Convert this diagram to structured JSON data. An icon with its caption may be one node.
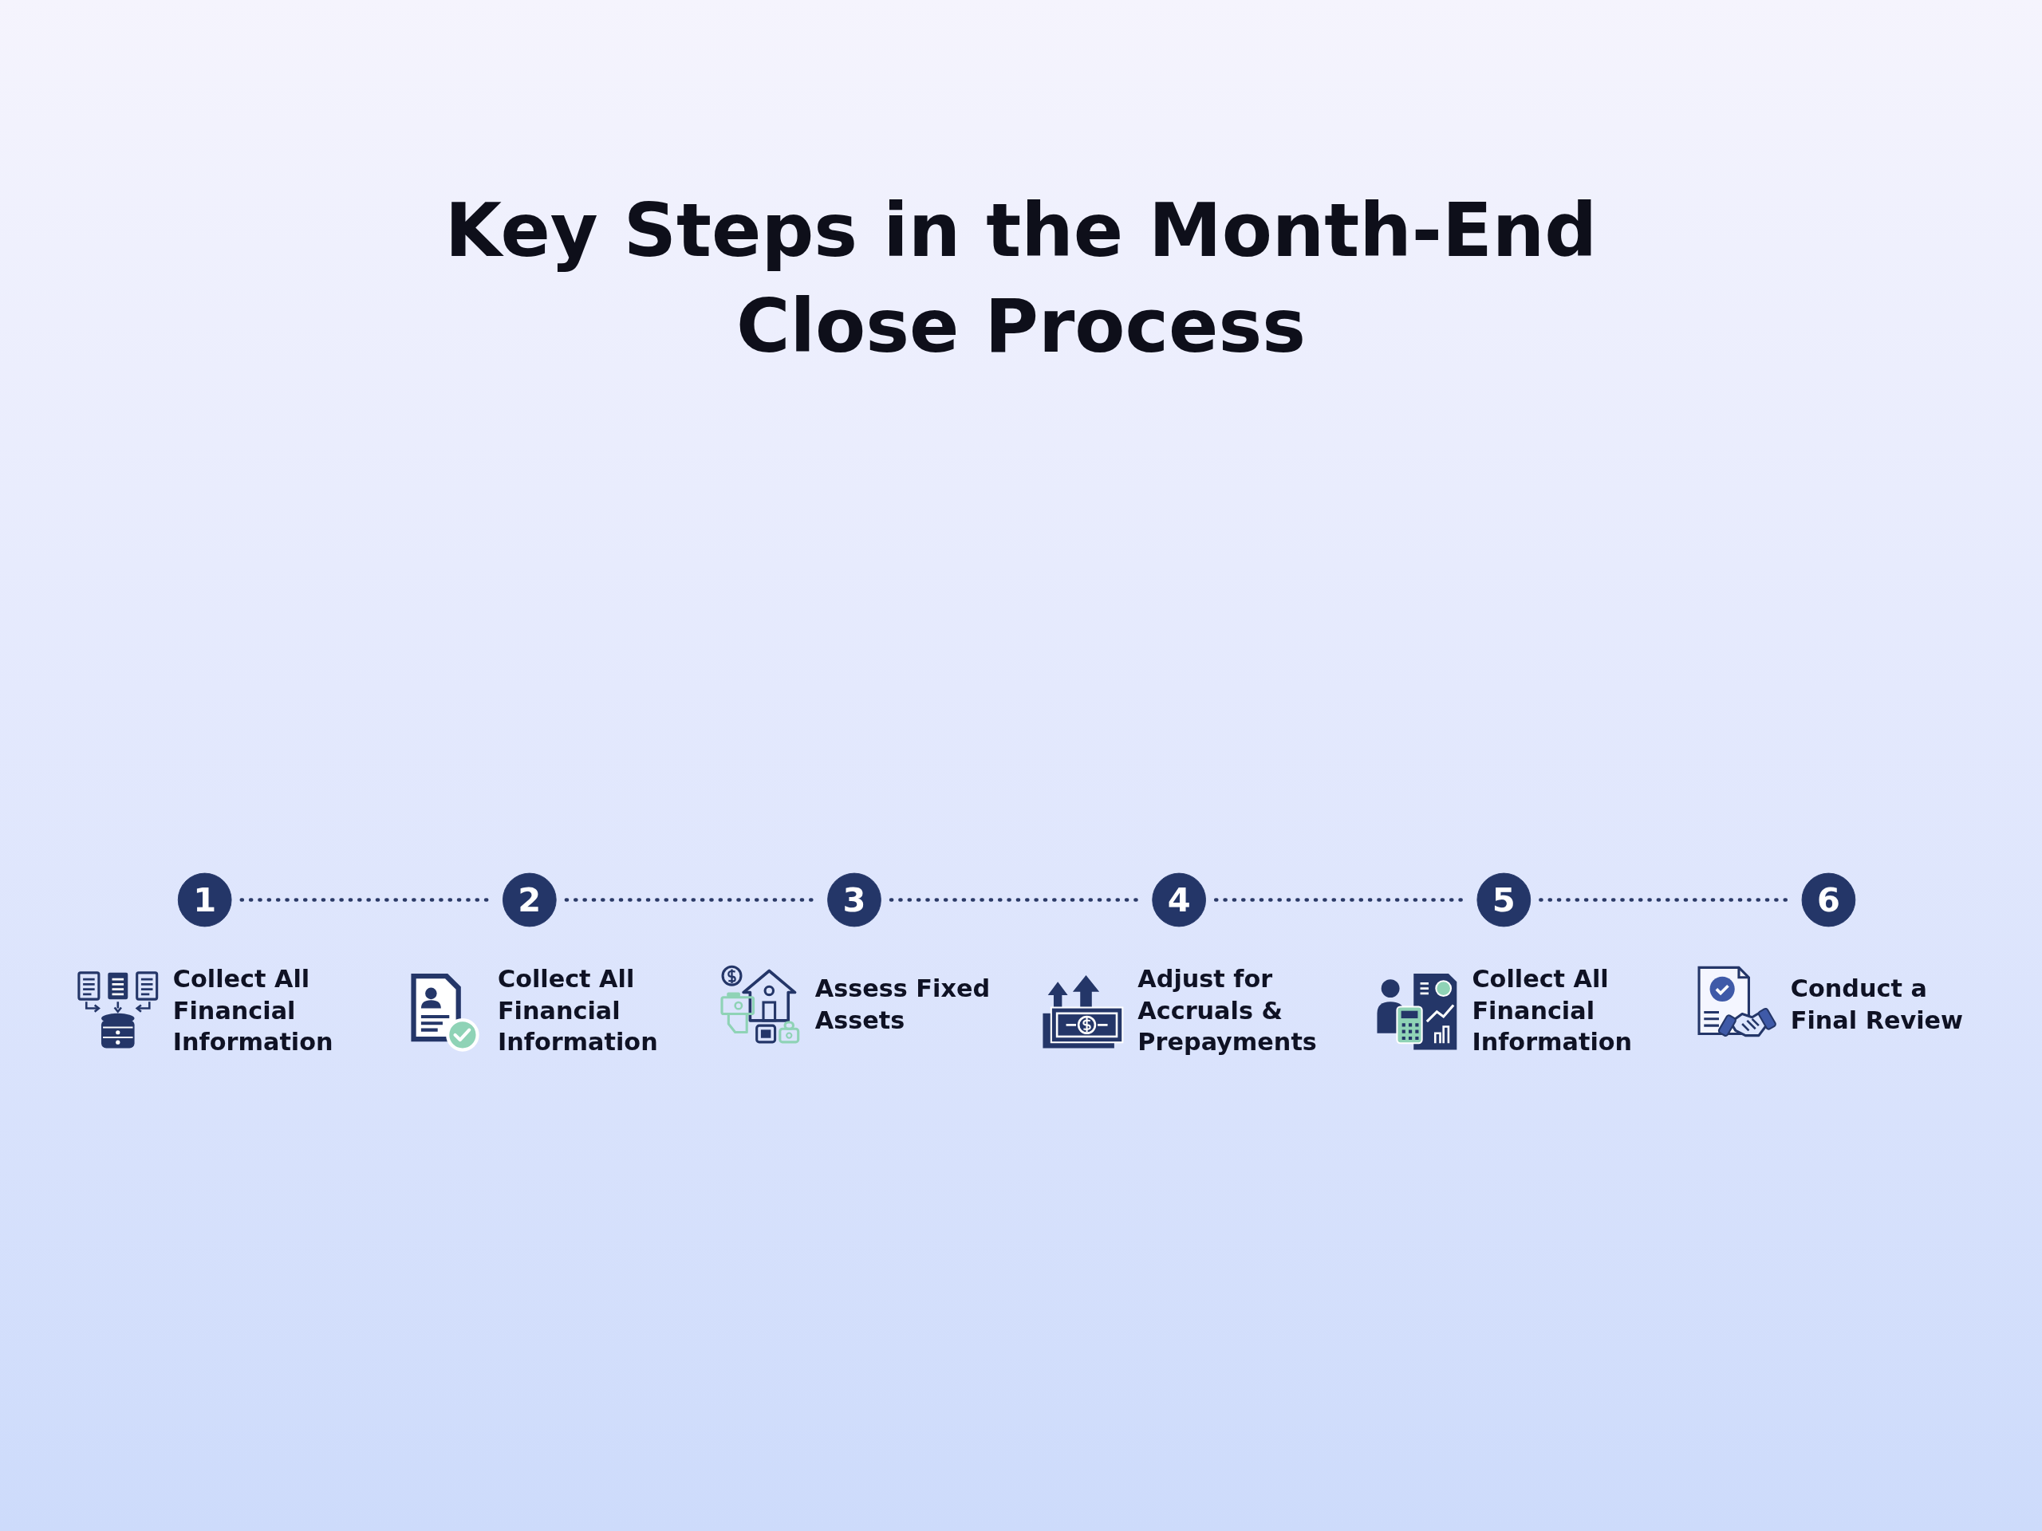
{
  "diagram": {
    "title": "Key Steps in the Month-End Close Process",
    "nodes": [
      {
        "text": [
          "1"
        ],
        "beside": [
          "Collect All Financial Information"
        ]
      },
      {
        "text": [
          "2"
        ],
        "beside": [
          "Collect All Financial Information"
        ]
      },
      {
        "text": [
          "3"
        ],
        "beside": [
          "Assess Fixed Assets"
        ]
      },
      {
        "text": [
          "4"
        ],
        "beside": [
          "Adjust for Accruals & Prepayments"
        ]
      },
      {
        "text": [
          "5"
        ],
        "beside": [
          "Collect All Financial Information"
        ]
      },
      {
        "text": [
          "6"
        ],
        "beside": [
          "Conduct a Final Review"
        ]
      }
    ],
    "edges": [
      {
        "from": 0,
        "to": 1,
        "arrow": "none",
        "style": "dashed"
      },
      {
        "from": 1,
        "to": 2,
        "arrow": "none",
        "style": "dashed"
      },
      {
        "from": 2,
        "to": 3,
        "arrow": "none",
        "style": "dashed"
      },
      {
        "from": 3,
        "to": 4,
        "arrow": "none",
        "style": "dashed"
      },
      {
        "from": 4,
        "to": 5,
        "arrow": "none",
        "style": "dashed"
      }
    ]
  }
}
